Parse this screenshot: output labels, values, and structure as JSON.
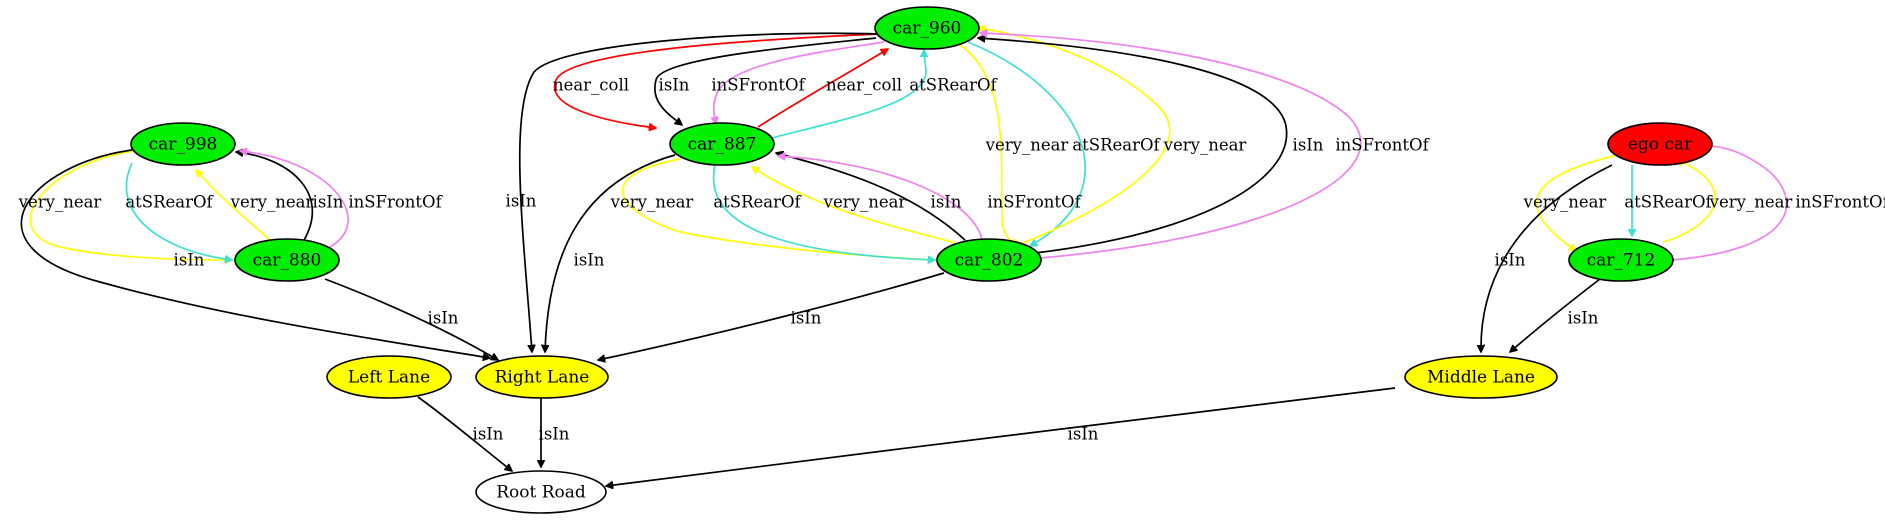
{
  "colors": {
    "car_fill": "#00ee00",
    "ego_fill": "#ff0000",
    "lane_fill": "#ffff00",
    "road_fill": "#ffffff",
    "edge_black": "#000000",
    "edge_red": "#ff0000",
    "edge_yellow": "#ffff00",
    "edge_cyan": "#40e0d0",
    "edge_violet": "#ee82ee"
  },
  "nodes": [
    {
      "id": "car_960",
      "label": "car_960",
      "fill": "car_fill"
    },
    {
      "id": "car_998",
      "label": "car_998",
      "fill": "car_fill"
    },
    {
      "id": "car_887",
      "label": "car_887",
      "fill": "car_fill"
    },
    {
      "id": "ego_car",
      "label": "ego car",
      "fill": "ego_fill"
    },
    {
      "id": "car_880",
      "label": "car_880",
      "fill": "car_fill"
    },
    {
      "id": "car_802",
      "label": "car_802",
      "fill": "car_fill"
    },
    {
      "id": "car_712",
      "label": "car_712",
      "fill": "car_fill"
    },
    {
      "id": "left_lane",
      "label": "Left Lane",
      "fill": "lane_fill"
    },
    {
      "id": "right_lane",
      "label": "Right Lane",
      "fill": "lane_fill"
    },
    {
      "id": "middle_lane",
      "label": "Middle Lane",
      "fill": "lane_fill"
    },
    {
      "id": "root_road",
      "label": "Root Road",
      "fill": "road_fill"
    }
  ],
  "edges": [
    {
      "id": "e1",
      "from": "car_960",
      "to": "car_887",
      "label": "near_coll",
      "color": "edge_red"
    },
    {
      "id": "e2",
      "from": "car_960",
      "to": "car_887",
      "label": "isIn",
      "color": "edge_black"
    },
    {
      "id": "e3",
      "from": "car_960",
      "to": "car_887",
      "label": "inSFrontOf",
      "color": "edge_violet"
    },
    {
      "id": "e4",
      "from": "car_887",
      "to": "car_960",
      "label": "near_coll",
      "color": "edge_red"
    },
    {
      "id": "e5",
      "from": "car_887",
      "to": "car_960",
      "label": "atSRearOf",
      "color": "edge_cyan"
    },
    {
      "id": "e6",
      "from": "car_960",
      "to": "right_lane",
      "label": "isIn",
      "color": "edge_black"
    },
    {
      "id": "e7",
      "from": "car_960",
      "to": "car_802",
      "label": "very_near",
      "color": "edge_yellow"
    },
    {
      "id": "e8",
      "from": "car_960",
      "to": "car_802",
      "label": "atSRearOf",
      "color": "edge_cyan"
    },
    {
      "id": "e9",
      "from": "car_802",
      "to": "car_960",
      "label": "very_near",
      "color": "edge_yellow"
    },
    {
      "id": "e10",
      "from": "car_802",
      "to": "car_960",
      "label": "isIn",
      "color": "edge_black"
    },
    {
      "id": "e11",
      "from": "car_802",
      "to": "car_960",
      "label": "inSFrontOf",
      "color": "edge_violet"
    },
    {
      "id": "e12",
      "from": "car_887",
      "to": "right_lane",
      "label": "isIn",
      "color": "edge_black"
    },
    {
      "id": "e13",
      "from": "car_887",
      "to": "car_802",
      "label": "very_near",
      "color": "edge_yellow"
    },
    {
      "id": "e14",
      "from": "car_887",
      "to": "car_802",
      "label": "atSRearOf",
      "color": "edge_cyan"
    },
    {
      "id": "e15",
      "from": "car_802",
      "to": "car_887",
      "label": "very_near",
      "color": "edge_yellow"
    },
    {
      "id": "e16",
      "from": "car_802",
      "to": "car_887",
      "label": "isIn",
      "color": "edge_black"
    },
    {
      "id": "e17",
      "from": "car_802",
      "to": "car_887",
      "label": "inSFrontOf",
      "color": "edge_violet"
    },
    {
      "id": "e18",
      "from": "car_802",
      "to": "right_lane",
      "label": "isIn",
      "color": "edge_black"
    },
    {
      "id": "e19",
      "from": "car_998",
      "to": "car_880",
      "label": "very_near",
      "color": "edge_yellow"
    },
    {
      "id": "e20",
      "from": "car_998",
      "to": "car_880",
      "label": "atSRearOf",
      "color": "edge_cyan"
    },
    {
      "id": "e21",
      "from": "car_880",
      "to": "car_998",
      "label": "very_near",
      "color": "edge_yellow"
    },
    {
      "id": "e22",
      "from": "car_880",
      "to": "car_998",
      "label": "isIn",
      "color": "edge_black"
    },
    {
      "id": "e23",
      "from": "car_880",
      "to": "car_998",
      "label": "inSFrontOf",
      "color": "edge_violet"
    },
    {
      "id": "e24",
      "from": "car_998",
      "to": "right_lane",
      "label": "isIn",
      "color": "edge_black"
    },
    {
      "id": "e25",
      "from": "car_880",
      "to": "right_lane",
      "label": "isIn",
      "color": "edge_black"
    },
    {
      "id": "e26",
      "from": "ego_car",
      "to": "car_712",
      "label": "very_near",
      "color": "edge_yellow"
    },
    {
      "id": "e27",
      "from": "ego_car",
      "to": "car_712",
      "label": "atSRearOf",
      "color": "edge_cyan"
    },
    {
      "id": "e28",
      "from": "car_712",
      "to": "ego_car",
      "label": "very_near",
      "color": "edge_yellow"
    },
    {
      "id": "e29",
      "from": "car_712",
      "to": "ego_car",
      "label": "inSFrontOf",
      "color": "edge_violet"
    },
    {
      "id": "e30",
      "from": "ego_car",
      "to": "middle_lane",
      "label": "isIn",
      "color": "edge_black"
    },
    {
      "id": "e31",
      "from": "car_712",
      "to": "middle_lane",
      "label": "isIn",
      "color": "edge_black"
    },
    {
      "id": "e32",
      "from": "left_lane",
      "to": "root_road",
      "label": "isIn",
      "color": "edge_black"
    },
    {
      "id": "e33",
      "from": "right_lane",
      "to": "root_road",
      "label": "isIn",
      "color": "edge_black"
    },
    {
      "id": "e34",
      "from": "middle_lane",
      "to": "root_road",
      "label": "isIn",
      "color": "edge_black"
    }
  ]
}
